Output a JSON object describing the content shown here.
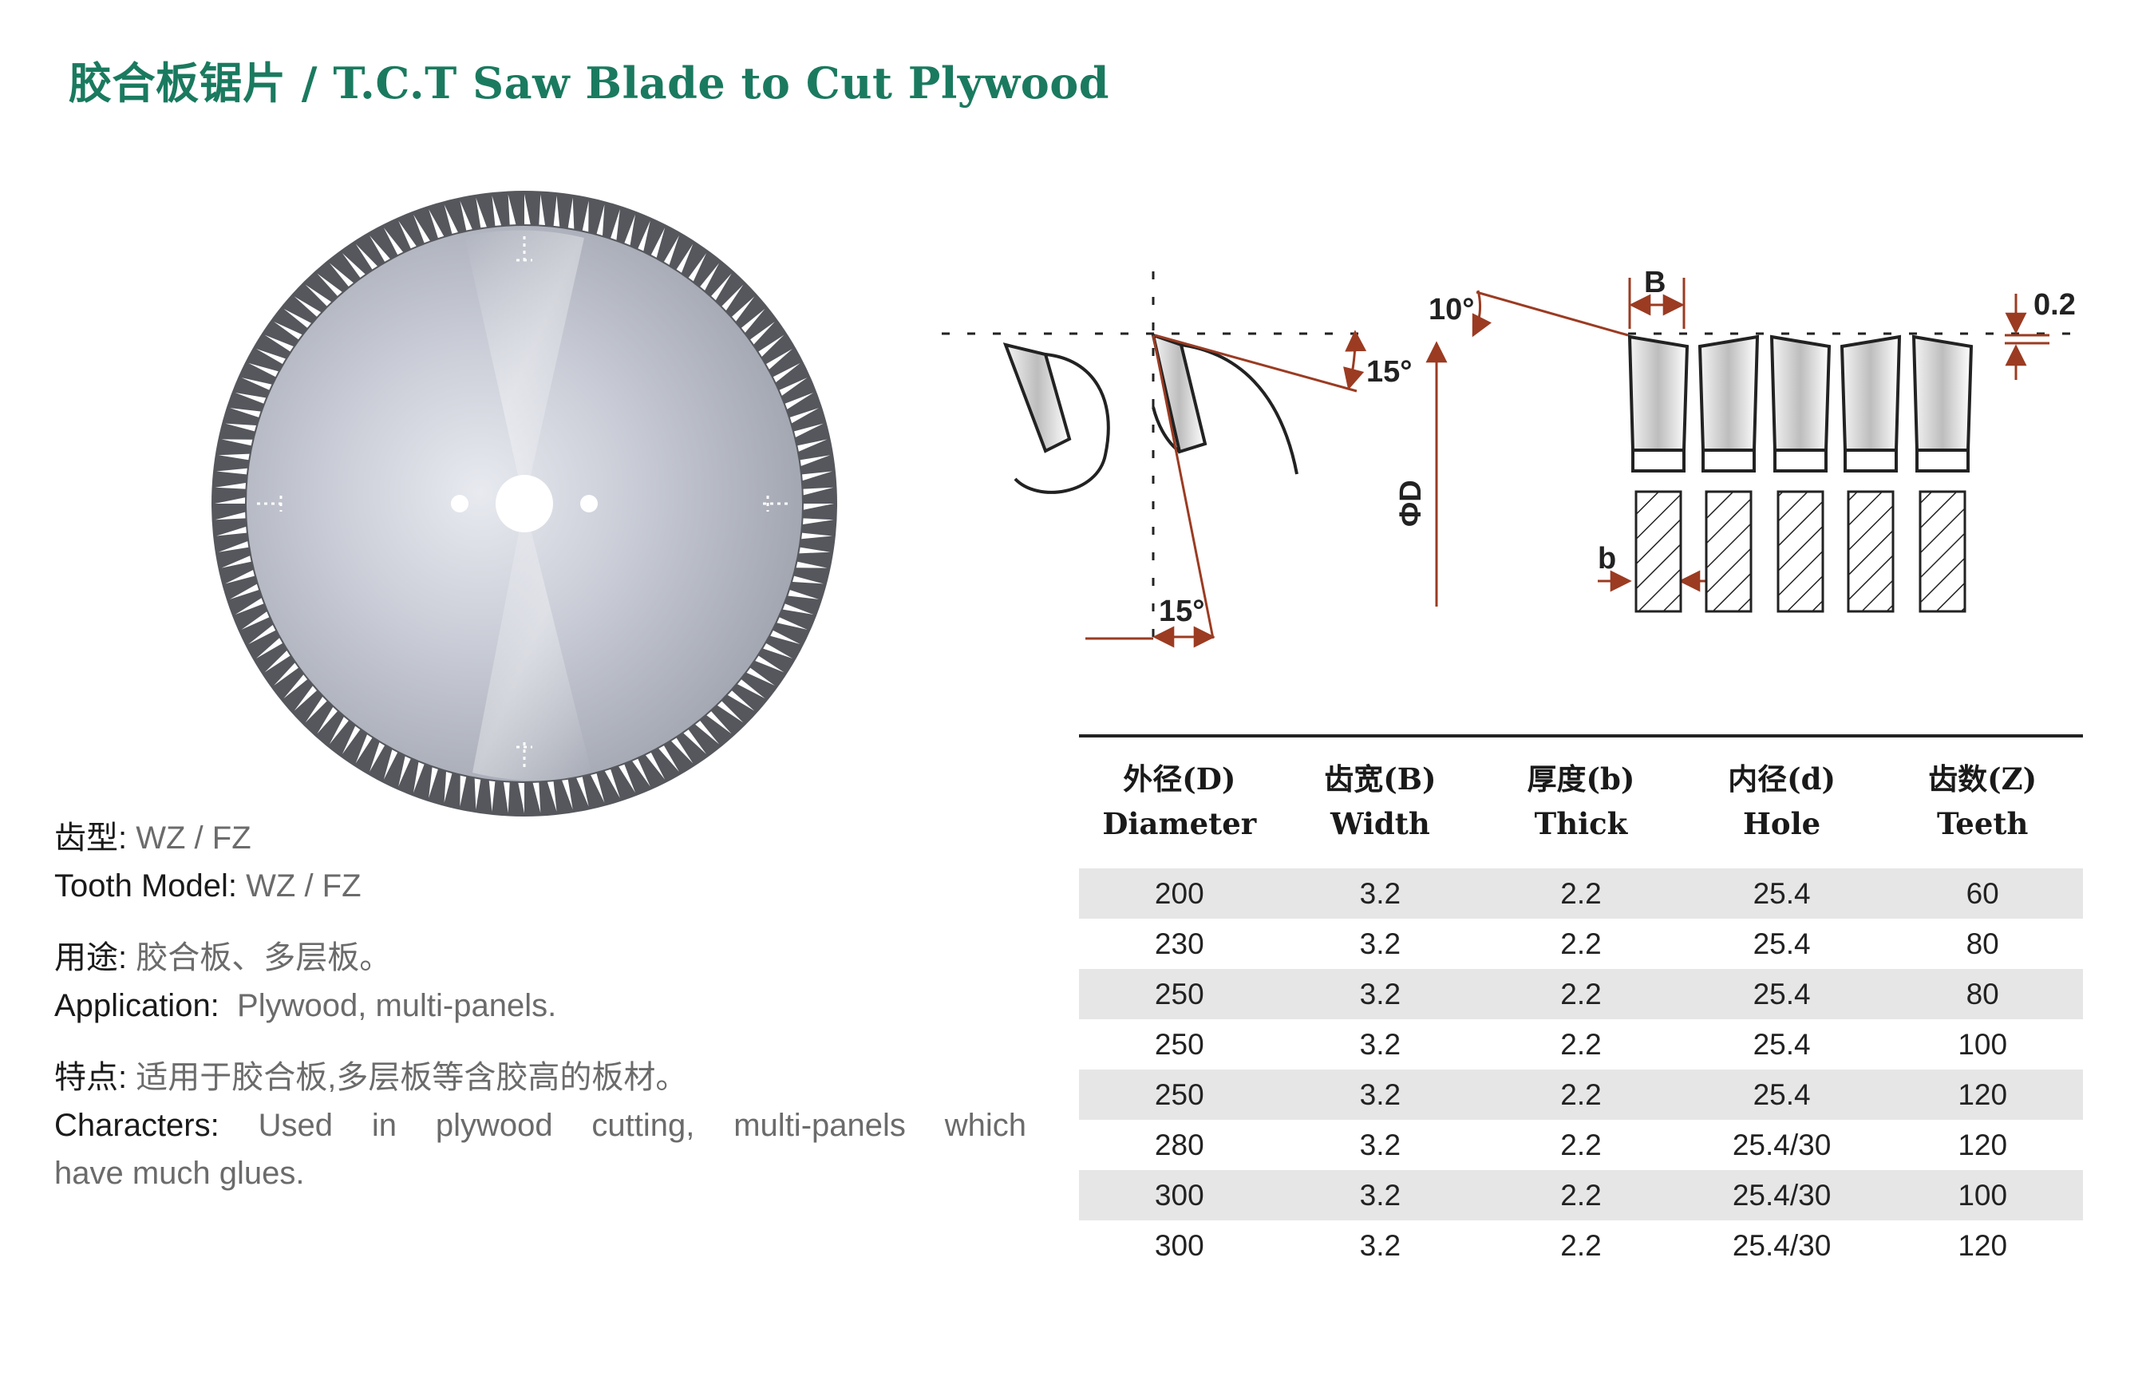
{
  "title": "胶合板锯片 / T.C.T Saw Blade to Cut Plywood",
  "colors": {
    "title": "#1a7a5f",
    "dimension": "#9b3b22",
    "stripe": "#e6e6e6"
  },
  "diagram": {
    "angle_top": "10°",
    "angle_clearance": "15°",
    "angle_rake": "15°",
    "label_width": "B",
    "label_thickness": "b",
    "label_diameter": "ΦD",
    "label_offset": "0.2"
  },
  "info": {
    "tooth_model_cn_label": "齿型:",
    "tooth_model_cn_value": "WZ / FZ",
    "tooth_model_en_label": "Tooth Model:",
    "tooth_model_en_value": "WZ / FZ",
    "application_cn_label": "用途:",
    "application_cn_value": "胶合板、多层板。",
    "application_en_label": "Application:",
    "application_en_value": "Plywood, multi-panels.",
    "characters_cn_label": "特点:",
    "characters_cn_value": "适用于胶合板,多层板等含胶高的板材。",
    "characters_en_label": "Characters:",
    "characters_en_value_1": "Used in plywood cutting, multi-panels which",
    "characters_en_value_2": "have much glues."
  },
  "table": {
    "headers": [
      {
        "cn": "外径(D)",
        "en": "Diameter"
      },
      {
        "cn": "齿宽(B)",
        "en": "Width"
      },
      {
        "cn": "厚度(b)",
        "en": "Thick"
      },
      {
        "cn": "内径(d)",
        "en": "Hole"
      },
      {
        "cn": "齿数(Z)",
        "en": "Teeth"
      }
    ],
    "rows": [
      [
        "200",
        "3.2",
        "2.2",
        "25.4",
        "60"
      ],
      [
        "230",
        "3.2",
        "2.2",
        "25.4",
        "80"
      ],
      [
        "250",
        "3.2",
        "2.2",
        "25.4",
        "80"
      ],
      [
        "250",
        "3.2",
        "2.2",
        "25.4",
        "100"
      ],
      [
        "250",
        "3.2",
        "2.2",
        "25.4",
        "120"
      ],
      [
        "280",
        "3.2",
        "2.2",
        "25.4/30",
        "120"
      ],
      [
        "300",
        "3.2",
        "2.2",
        "25.4/30",
        "100"
      ],
      [
        "300",
        "3.2",
        "2.2",
        "25.4/30",
        "120"
      ]
    ]
  }
}
